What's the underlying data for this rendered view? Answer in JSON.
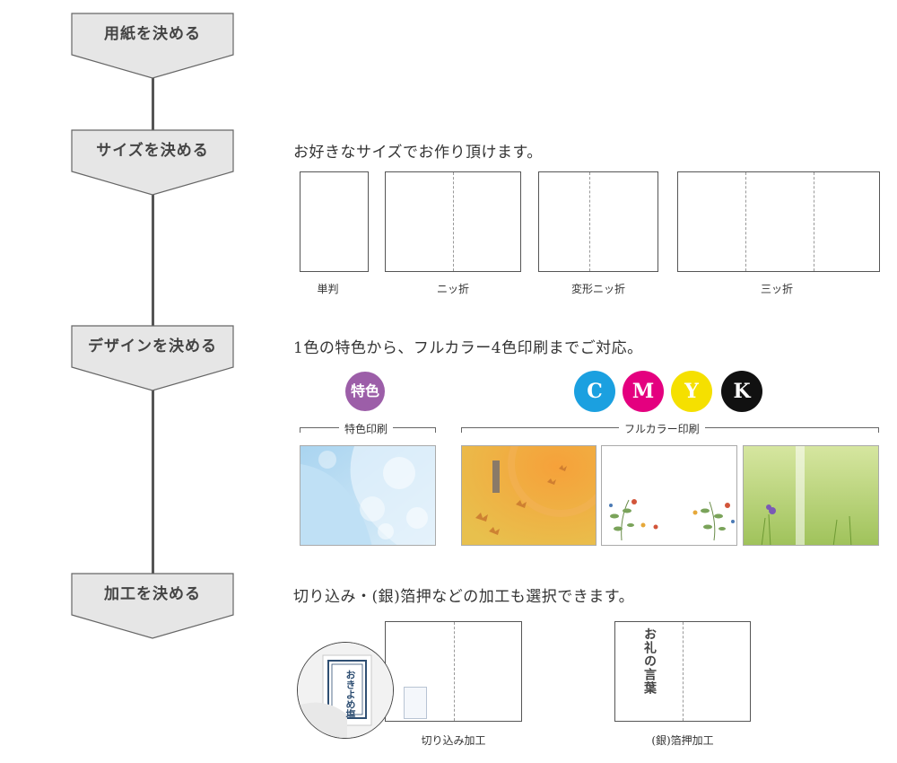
{
  "steps": {
    "paper": "用紙を決める",
    "size": "サイズを決める",
    "design": "デザインを決める",
    "finish": "加工を決める"
  },
  "size_section": {
    "description": "お好きなサイズでお作り頂けます。",
    "formats": [
      {
        "label": "単判"
      },
      {
        "label": "ニッ折"
      },
      {
        "label": "変形ニッ折"
      },
      {
        "label": "三ッ折"
      }
    ]
  },
  "design_section": {
    "description": "1色の特色から、フルカラー4色印刷までご対応。",
    "spot_badge": "特色",
    "cmyk": [
      {
        "letter": "C",
        "color": "#1ba0e0"
      },
      {
        "letter": "M",
        "color": "#e4007f"
      },
      {
        "letter": "Y",
        "color": "#f7e400"
      },
      {
        "letter": "K",
        "color": "#111111"
      }
    ],
    "spot_color": "#9c5ea8",
    "spot_label": "特色印刷",
    "fullcolor_label": "フルカラー印刷"
  },
  "finish_section": {
    "description": "切り込み・(銀)箔押などの加工も選択できます。",
    "cut_label": "切り込み加工",
    "foil_label": "(銀)箔押加工",
    "foil_text": "お礼の言葉",
    "cut_card_text": "おきよめ塩"
  }
}
